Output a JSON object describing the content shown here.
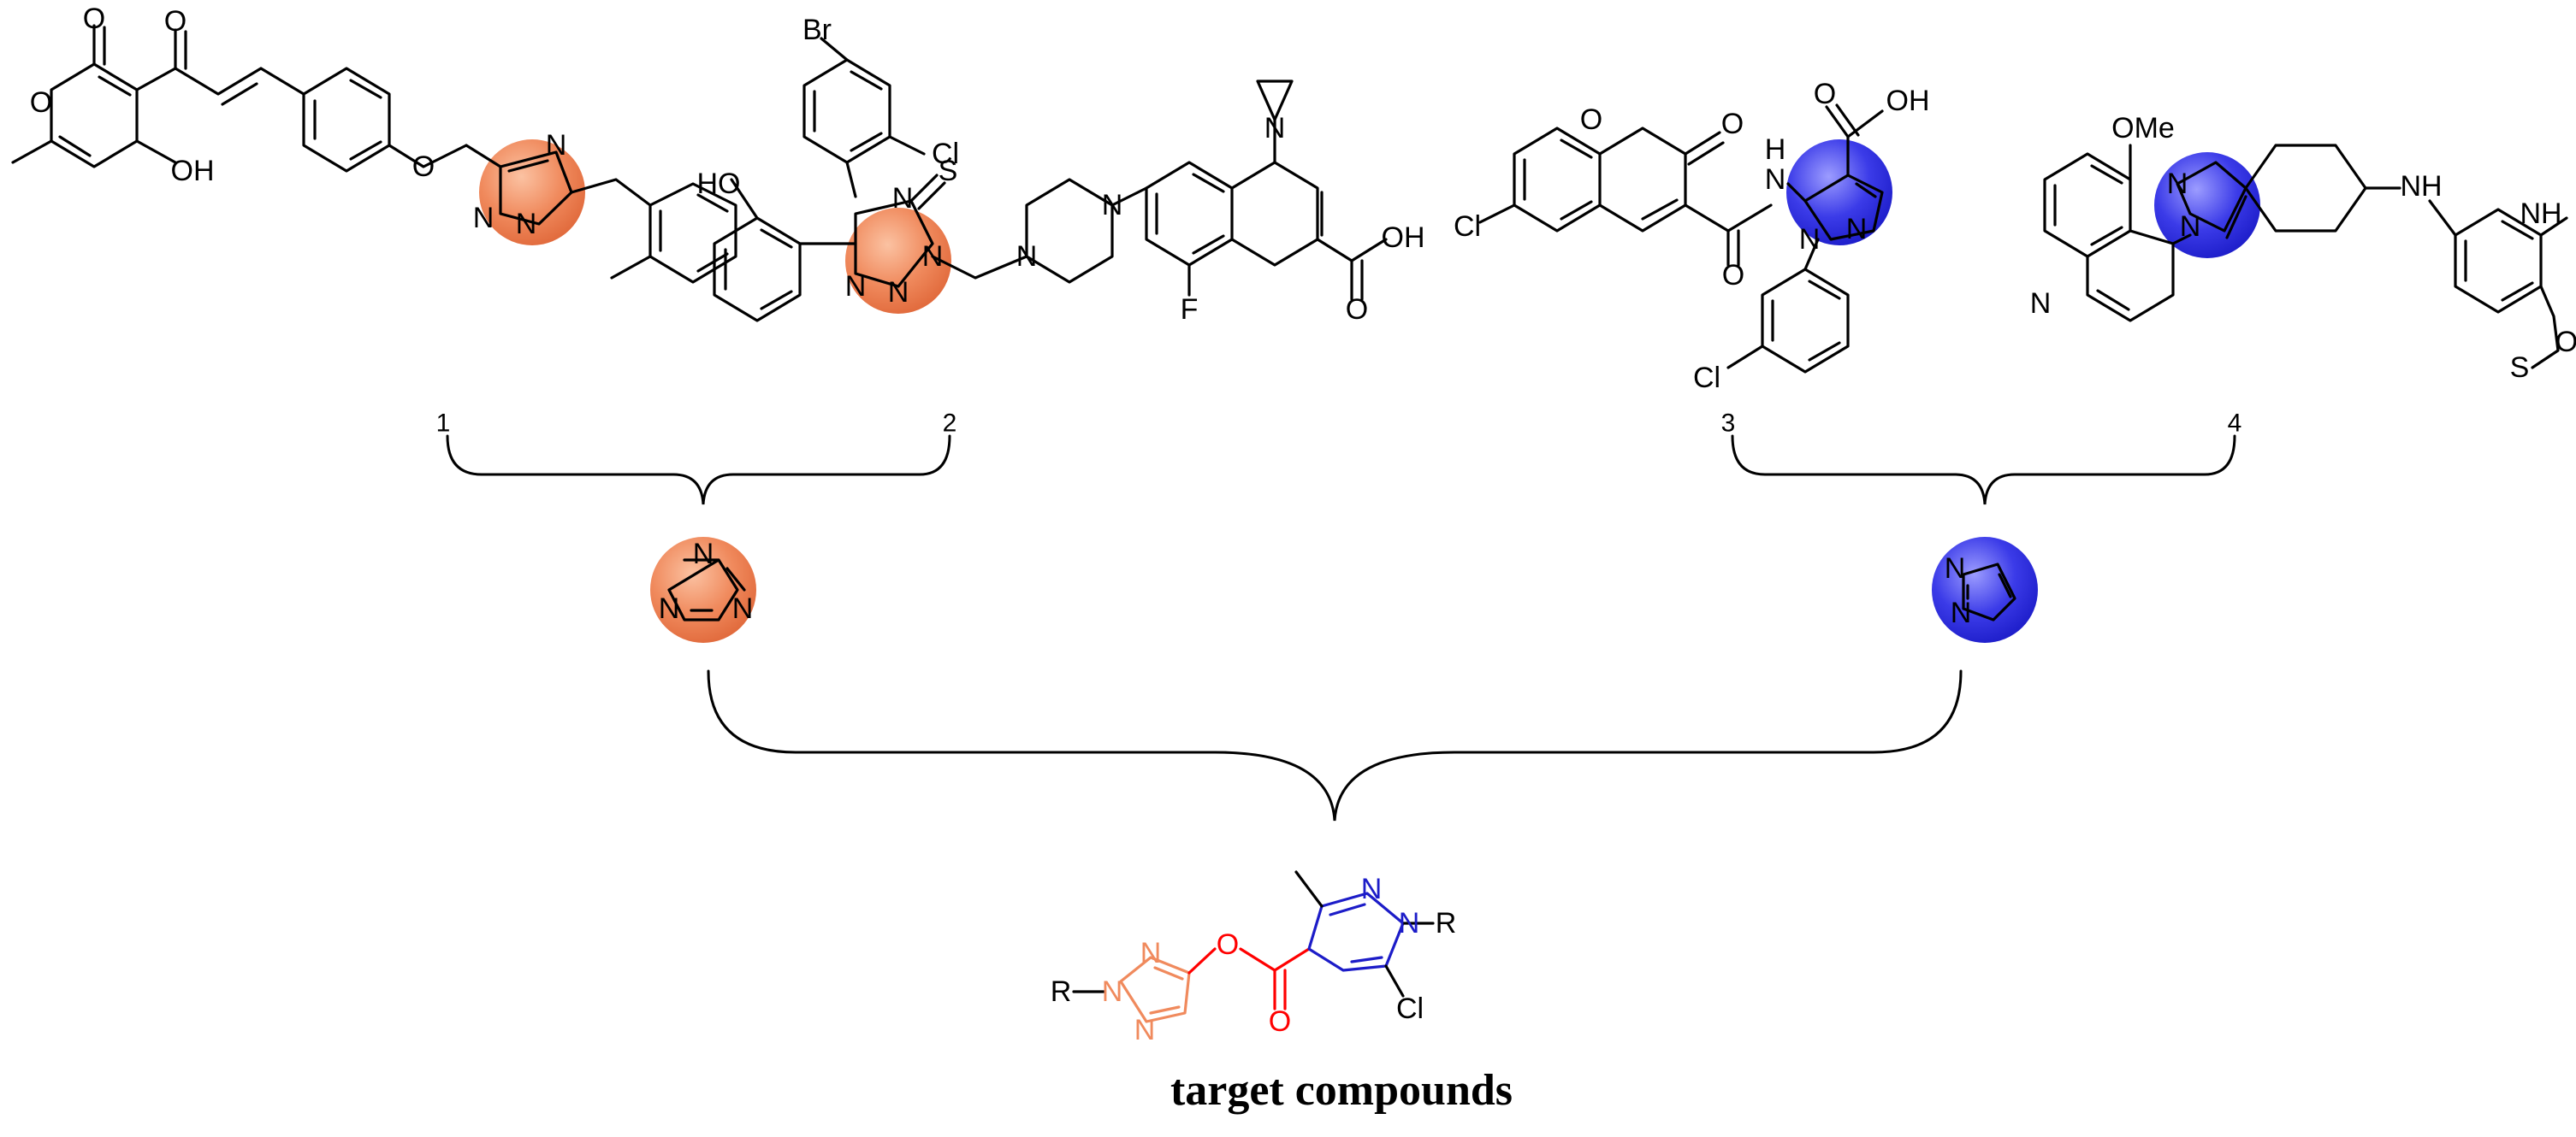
{
  "colors": {
    "triazole": "#f08a5d",
    "triazole_dark": "#e0683a",
    "pyrazole": "#3b3be8",
    "pyrazole_dark": "#1c1cc8",
    "ester": "#ff0000",
    "bond": "#000000"
  },
  "compound_labels": [
    "1",
    "2",
    "3",
    "4"
  ],
  "atoms": {
    "O": "O",
    "OH": "OH",
    "HO": "HO",
    "N": "N",
    "S": "S",
    "Br": "Br",
    "Cl": "Cl",
    "F": "F",
    "H": "H",
    "NH": "NH",
    "OMe": "OMe",
    "R": "R"
  },
  "caption": "target compounds"
}
